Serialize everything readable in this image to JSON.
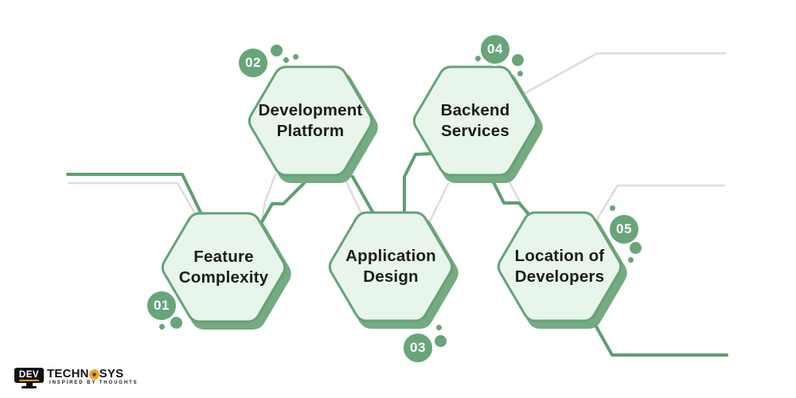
{
  "palette": {
    "hexagon_fill": "#e8f5eb",
    "hexagon_border": "#64a276",
    "hexagon_shadow": "#74ab81",
    "badge_green": "#68a579",
    "line_green": "#5f9e70",
    "line_gray": "#dcdcdc",
    "text_dark": "#1c1c1c",
    "logo_orange": "#f0a31e",
    "logo_black": "#111111"
  },
  "steps": [
    {
      "number": "01",
      "label_line1": "Feature",
      "label_line2": "Complexity"
    },
    {
      "number": "02",
      "label_line1": "Development",
      "label_line2": "Platform"
    },
    {
      "number": "03",
      "label_line1": "Application",
      "label_line2": "Design"
    },
    {
      "number": "04",
      "label_line1": "Backend",
      "label_line2": "Services"
    },
    {
      "number": "05",
      "label_line1": "Location of",
      "label_line2": "Developers"
    }
  ],
  "logo": {
    "monitor_text": "DEV",
    "brand_prefix": "TECHN",
    "brand_suffix": "SYS",
    "tagline": "INSPIRED BY THOUGHTS"
  }
}
